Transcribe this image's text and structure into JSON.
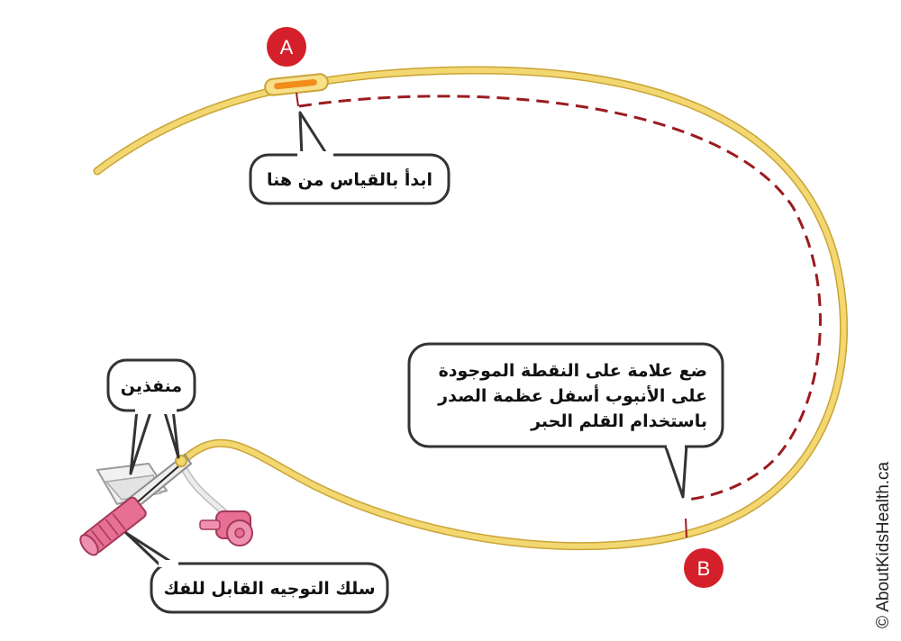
{
  "markers": {
    "a": "A",
    "b": "B"
  },
  "callouts": {
    "start_measure": "ابدأ بالقياس من هنا",
    "ports": "منفذين",
    "mark_point_lines": [
      "ضع علامة على النقطة الموجودة",
      "على الأنبوب أسفل عظمة الصدر",
      "باستخدام القلم الحبر"
    ],
    "guidewire": "سلك التوجيه القابل للفك"
  },
  "credit": "© AboutKidsHealth.ca",
  "colors": {
    "tube": "#f3d771",
    "tube_outline": "#c9a437",
    "dashed_line": "#9b1b20",
    "marker": "#d4202a",
    "hub": "#e66f93",
    "callout_border": "#333333"
  }
}
